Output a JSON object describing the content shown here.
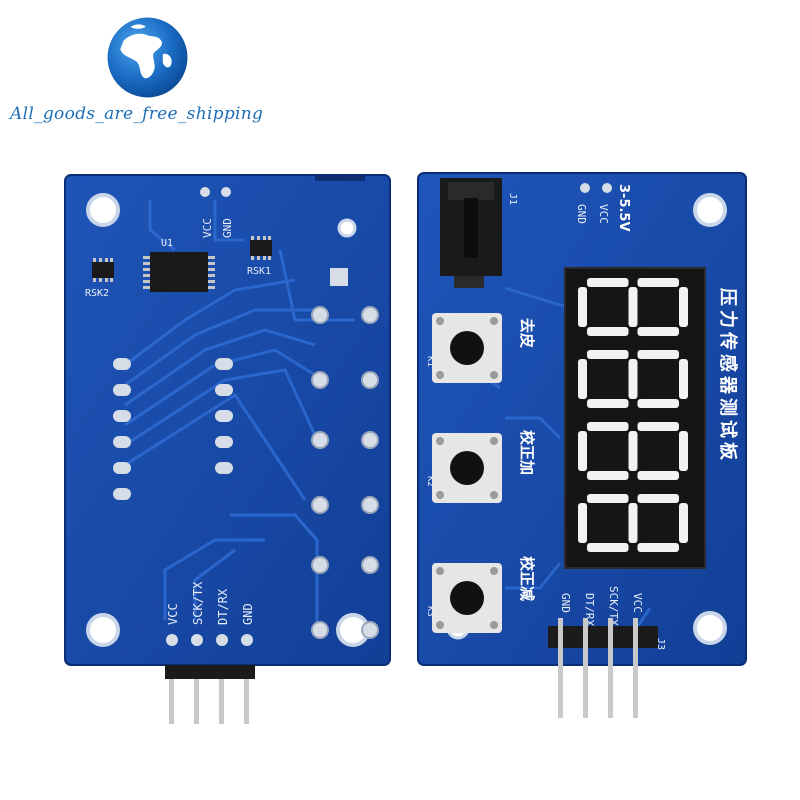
{
  "brand": {
    "text": "All_goods_are_free_shipping"
  },
  "back_board": {
    "labels": {
      "u1": "U1",
      "rsk1": "RSK1",
      "rsk2": "RSK2",
      "vcc_top": "VCC",
      "gnd_top": "GND",
      "vcc": "VCC",
      "sck": "SCK/TX",
      "dt": "DT/RX",
      "gnd": "GND"
    }
  },
  "front_board": {
    "labels": {
      "j1": "J1",
      "gnd_top": "GND",
      "vcc_top": "VCC",
      "voltage": "3-5.5V",
      "k1": "K1",
      "k2": "K2",
      "k3": "K3",
      "btn1": "去皮",
      "btn2": "校正加",
      "btn3": "校正减",
      "title": "压力传感器测试板",
      "gnd": "GND",
      "dt": "DT/RX",
      "sck": "SCK/TX",
      "vcc": "VCC",
      "j3": "J3"
    },
    "display": {
      "digits": [
        "8",
        "8",
        "8",
        "8"
      ]
    }
  }
}
